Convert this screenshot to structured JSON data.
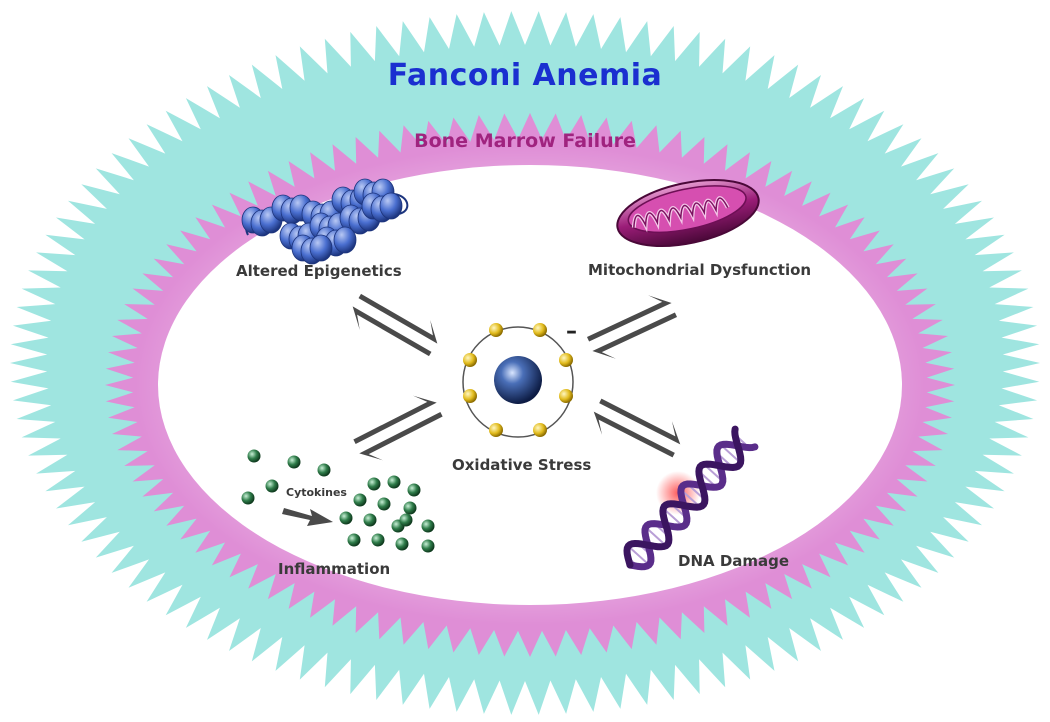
{
  "diagram": {
    "title": "Fanconi Anemia",
    "subtitle": "Bone Marrow Failure",
    "center_label": "Oxidative Stress",
    "charge_symbol": "–",
    "nodes": {
      "epigenetics": "Altered Epigenetics",
      "mitochondria": "Mitochondrial Dysfunction",
      "inflammation": "Inflammation",
      "dna": "DNA Damage",
      "cytokines": "Cytokines"
    }
  },
  "colors": {
    "outer_halo": "#7fdcd6",
    "inner_halo": "#ea7fd3",
    "title": "#1a2fd0",
    "subtitle": "#a0237f",
    "arrow": "#4a4a4a",
    "electron": "#e2bc1e",
    "nucleus": "#1f3f7a",
    "chromatin": "#4a6fd0",
    "mitochondrion": "#9b1d78",
    "dna_helix": "#5a2d8a",
    "cytokine": "#2f7d4a"
  }
}
